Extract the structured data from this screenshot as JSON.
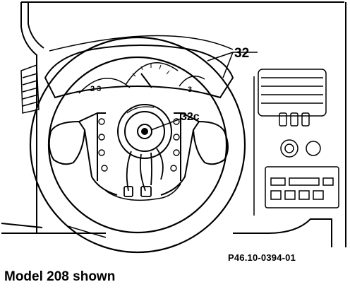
{
  "callouts": {
    "steering_wheel": "32",
    "airbag_unit": "32c"
  },
  "gauges": {
    "left_digits": "2  3",
    "right_digit": "3"
  },
  "reference_code": "P46.10-0394-01",
  "caption": "Model 208 shown",
  "colors": {
    "line": "#000000",
    "background": "#ffffff"
  }
}
